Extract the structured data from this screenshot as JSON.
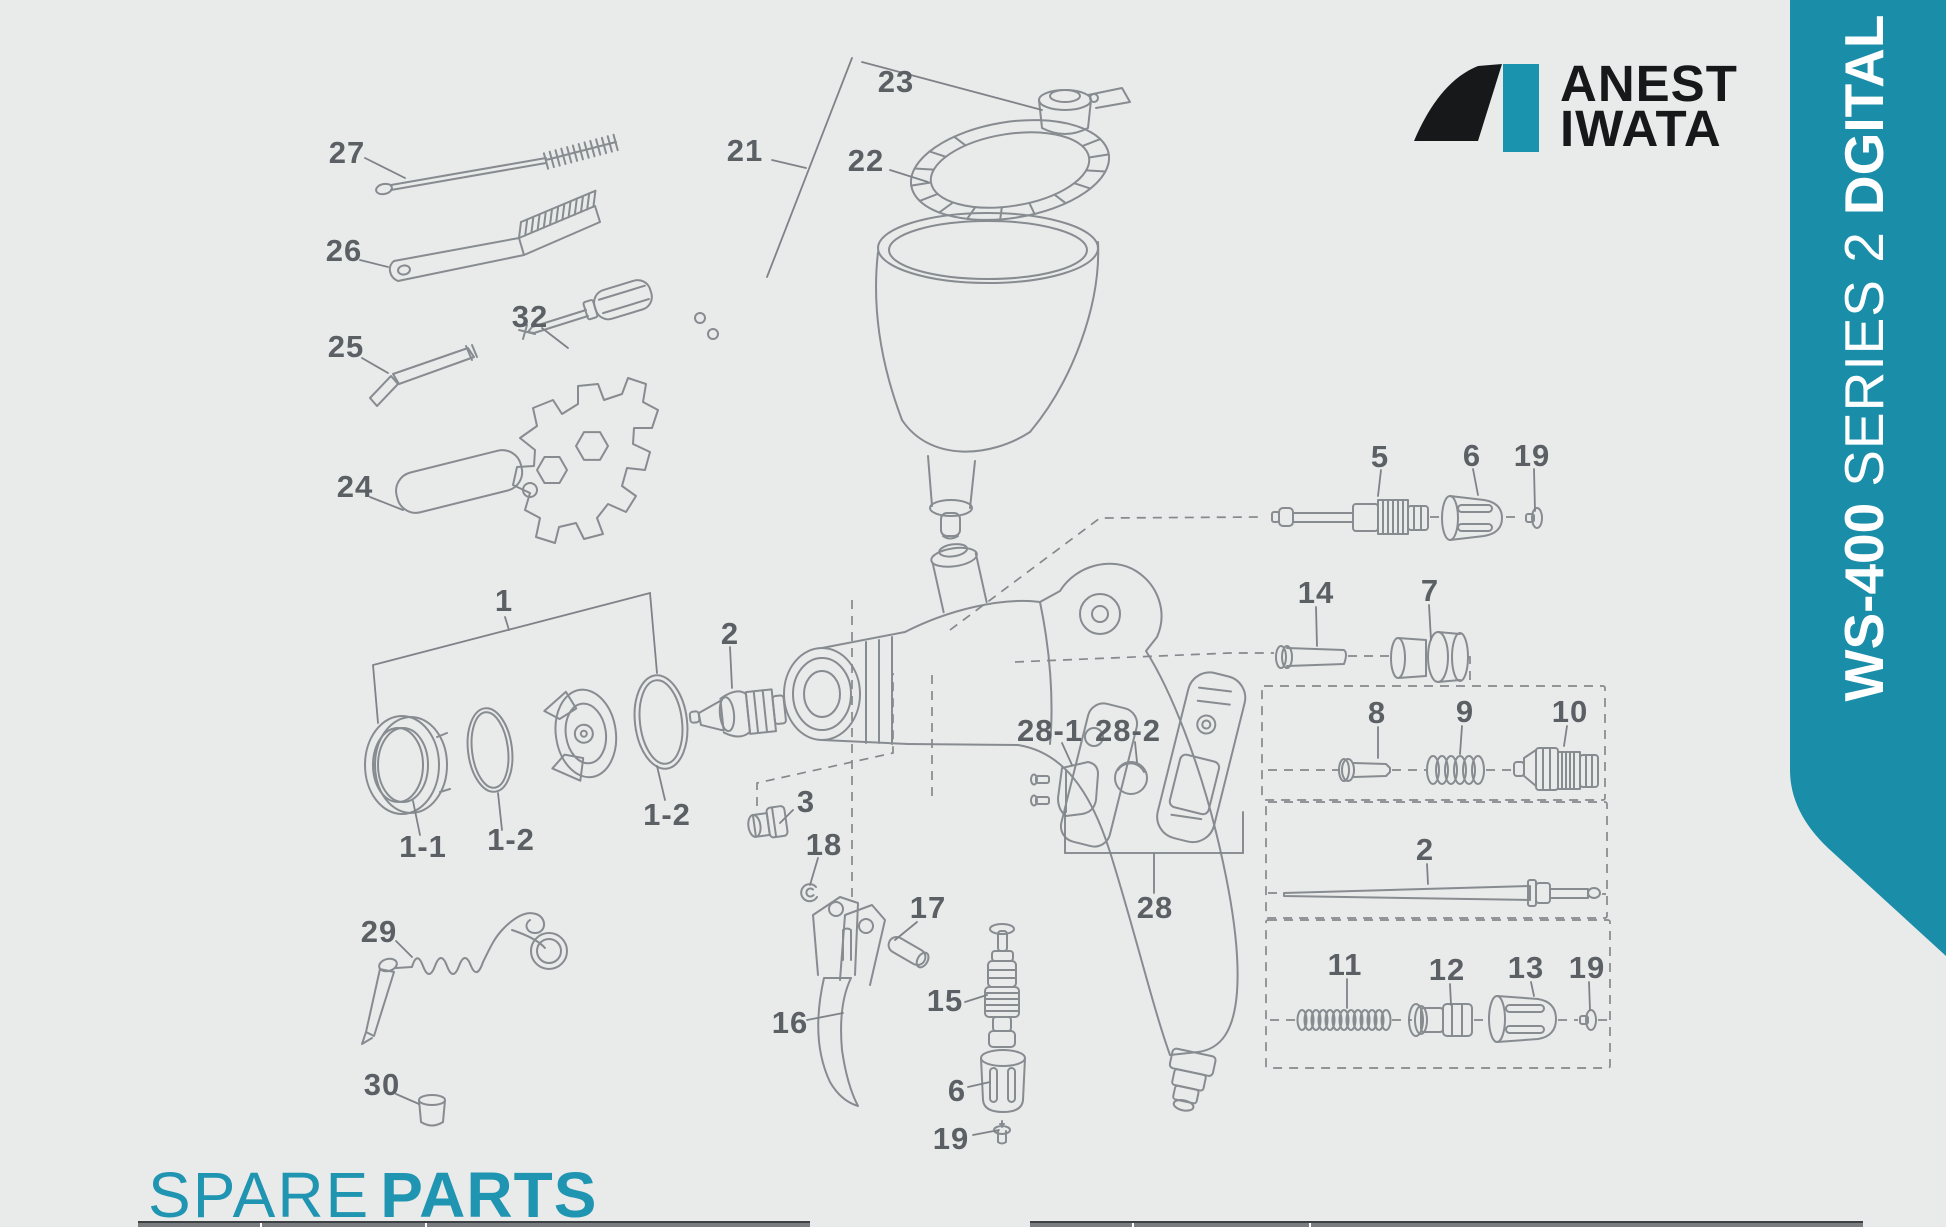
{
  "page": {
    "background_color": "#e9eaea"
  },
  "brand": {
    "name_line1": "ANEST",
    "name_line2": "IWATA",
    "mark_color": "#17181a",
    "accent_color": "#1a93ae"
  },
  "ribbon": {
    "model": "WS-400",
    "series": "SERIES 2",
    "edition": "DGITAL",
    "color": "#1a8da9",
    "text_color": "#ffffff"
  },
  "title": {
    "light": "SPARE",
    "bold": "PARTS",
    "color": "#2095b1"
  },
  "diagram": {
    "line_color": "#878c91",
    "label_color": "#5b6065",
    "dash_color": "#85898d",
    "callouts": [
      {
        "id": "27",
        "label": "27"
      },
      {
        "id": "26",
        "label": "26"
      },
      {
        "id": "32",
        "label": "32"
      },
      {
        "id": "25",
        "label": "25"
      },
      {
        "id": "24",
        "label": "24"
      },
      {
        "id": "21",
        "label": "21"
      },
      {
        "id": "23",
        "label": "23"
      },
      {
        "id": "22",
        "label": "22"
      },
      {
        "id": "1",
        "label": "1"
      },
      {
        "id": "2-nozzle",
        "label": "2"
      },
      {
        "id": "1-1",
        "label": "1-1"
      },
      {
        "id": "1-2-left",
        "label": "1-2"
      },
      {
        "id": "1-2-right",
        "label": "1-2"
      },
      {
        "id": "3",
        "label": "3"
      },
      {
        "id": "18",
        "label": "18"
      },
      {
        "id": "17",
        "label": "17"
      },
      {
        "id": "16",
        "label": "16"
      },
      {
        "id": "15",
        "label": "15"
      },
      {
        "id": "6-center",
        "label": "6"
      },
      {
        "id": "19-center",
        "label": "19"
      },
      {
        "id": "28-1",
        "label": "28-1"
      },
      {
        "id": "28-2",
        "label": "28-2"
      },
      {
        "id": "28",
        "label": "28"
      },
      {
        "id": "5",
        "label": "5"
      },
      {
        "id": "6-right",
        "label": "6"
      },
      {
        "id": "19-top-right",
        "label": "19"
      },
      {
        "id": "14",
        "label": "14"
      },
      {
        "id": "7",
        "label": "7"
      },
      {
        "id": "8",
        "label": "8"
      },
      {
        "id": "9",
        "label": "9"
      },
      {
        "id": "10",
        "label": "10"
      },
      {
        "id": "2-needle",
        "label": "2"
      },
      {
        "id": "11",
        "label": "11"
      },
      {
        "id": "12",
        "label": "12"
      },
      {
        "id": "13",
        "label": "13"
      },
      {
        "id": "19-bottom-right",
        "label": "19"
      },
      {
        "id": "29",
        "label": "29"
      },
      {
        "id": "30",
        "label": "30"
      }
    ]
  }
}
